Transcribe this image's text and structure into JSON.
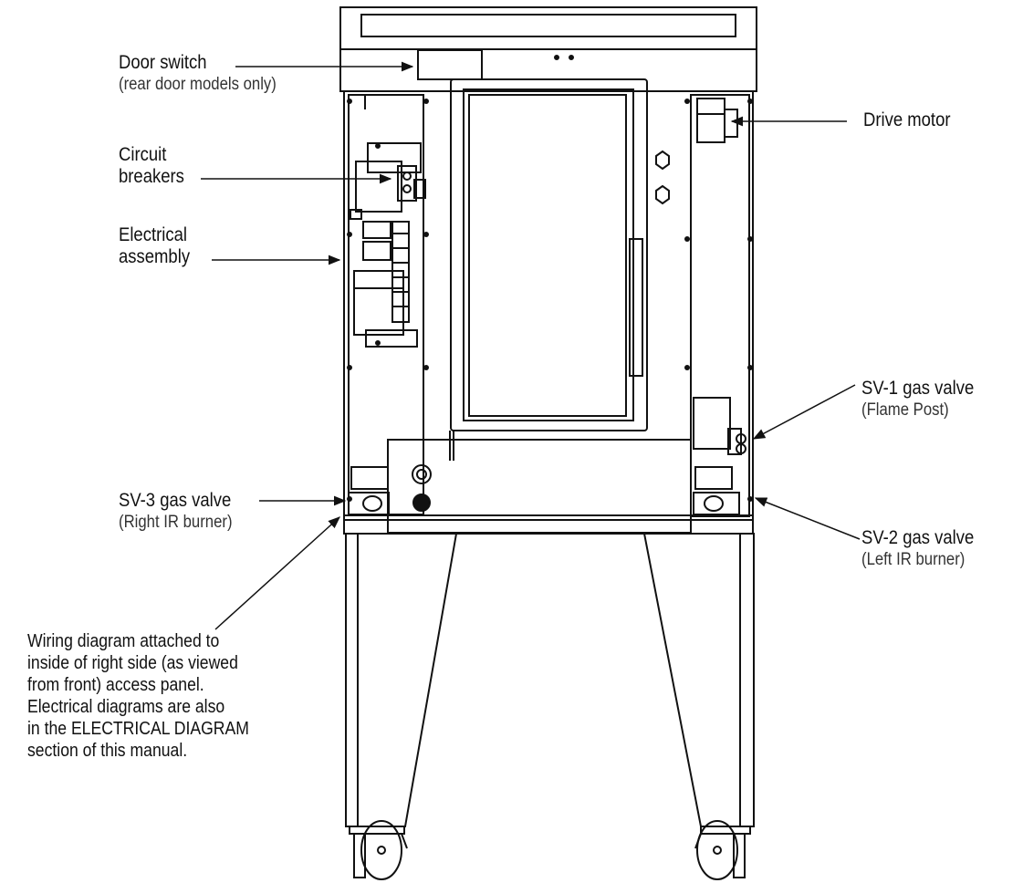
{
  "labels": {
    "door_switch": {
      "title": "Door switch",
      "sub": "(rear door models only)"
    },
    "circuit_breakers": {
      "line1": "Circuit",
      "line2": "breakers"
    },
    "electrical_assembly": {
      "line1": "Electrical",
      "line2": "assembly"
    },
    "drive_motor": {
      "title": "Drive motor"
    },
    "sv1": {
      "title": "SV-1 gas valve",
      "sub": "(Flame Post)"
    },
    "sv2": {
      "title": "SV-2 gas valve",
      "sub": "(Left IR burner)"
    },
    "sv3": {
      "title": "SV-3 gas valve",
      "sub": "(Right IR burner)"
    }
  },
  "note": {
    "lines": [
      "Wiring diagram attached to",
      "inside of right side (as viewed",
      "from front) access panel.",
      "Electrical diagrams are also",
      "in the ELECTRICAL DIAGRAM",
      "section of this manual."
    ]
  },
  "colors": {
    "ink": "#111111",
    "paper": "#ffffff"
  }
}
